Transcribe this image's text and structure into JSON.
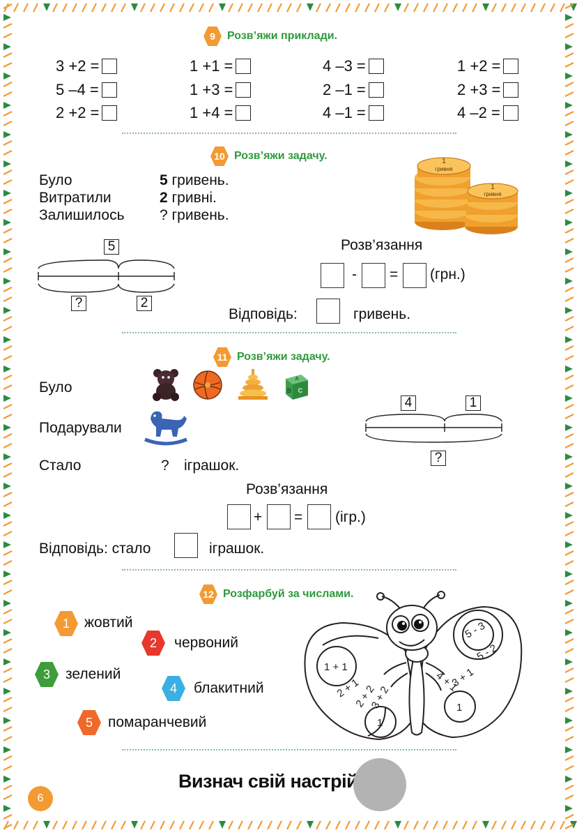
{
  "colors": {
    "accent_orange": "#f39a33",
    "header_green": "#2e9a3b",
    "border_green": "#2e8b3e",
    "border_orange": "#f39a33"
  },
  "task9": {
    "number": "9",
    "title": "Розв’яжи приклади.",
    "examples": [
      [
        "3 +2 =",
        "1 +1 =",
        "4 –3 =",
        "1 +2 ="
      ],
      [
        "5 –4 =",
        "1 +3 =",
        "2 –1 =",
        "2 +3 ="
      ],
      [
        "2 +2 =",
        "1 +4 =",
        "4 –1 =",
        "4 –2 ="
      ]
    ]
  },
  "task10": {
    "number": "10",
    "title": "Розв’яжи задачу.",
    "rows": [
      {
        "label": "Було",
        "value": "5",
        "unit": " гривень."
      },
      {
        "label": "Витратили",
        "value": "2",
        "unit": " гривні."
      },
      {
        "label": "Залишилось",
        "value": "?",
        "unit": " гривень."
      }
    ],
    "diagram": {
      "total": "5",
      "left": "?",
      "right": "2"
    },
    "coin_label": "гривня",
    "coin_number": "1",
    "solution_title": "Розв’язання",
    "op": "-",
    "eq": "=",
    "unit": "(грн.)",
    "answer_label": "Відповідь:",
    "answer_unit": "гривень."
  },
  "task11": {
    "number": "11",
    "title": "Розв’яжи задачу.",
    "rows": [
      {
        "label": "Було"
      },
      {
        "label": "Подарували"
      },
      {
        "label": "Стало",
        "value": "?",
        "unit": "іграшок."
      }
    ],
    "diagram": {
      "left": "4",
      "right": "1",
      "total": "?"
    },
    "block_letters": [
      "A",
      "B",
      "C"
    ],
    "solution_title": "Розв’язання",
    "op": "+",
    "eq": "=",
    "unit": "(ігр.)",
    "answer_label": "Відповідь: стало",
    "answer_unit": "іграшок."
  },
  "task12": {
    "number": "12",
    "title": "Розфарбуй за числами.",
    "legend": [
      {
        "num": "1",
        "label": "жовтий",
        "color": "#f39a33"
      },
      {
        "num": "2",
        "label": "червоний",
        "color": "#e8372c"
      },
      {
        "num": "3",
        "label": "зелений",
        "color": "#3e9c3a"
      },
      {
        "num": "4",
        "label": "блакитний",
        "color": "#3ab0e2"
      },
      {
        "num": "5",
        "label": "помаранчевий",
        "color": "#f0682a"
      }
    ],
    "wing_labels": {
      "left_top": "1 + 1",
      "left_mid": "2 + 1",
      "left_low1": "2 + 2",
      "left_low2": "3 + 2",
      "left_bottom": "1",
      "right_top1": "5 - 3",
      "right_top2": "5 - 2",
      "right_mid1": "3 + 1",
      "right_mid2": "4 + 1",
      "right_bottom": "1"
    }
  },
  "footer": {
    "mood": "Визнач свій настрій.",
    "page": "6"
  }
}
